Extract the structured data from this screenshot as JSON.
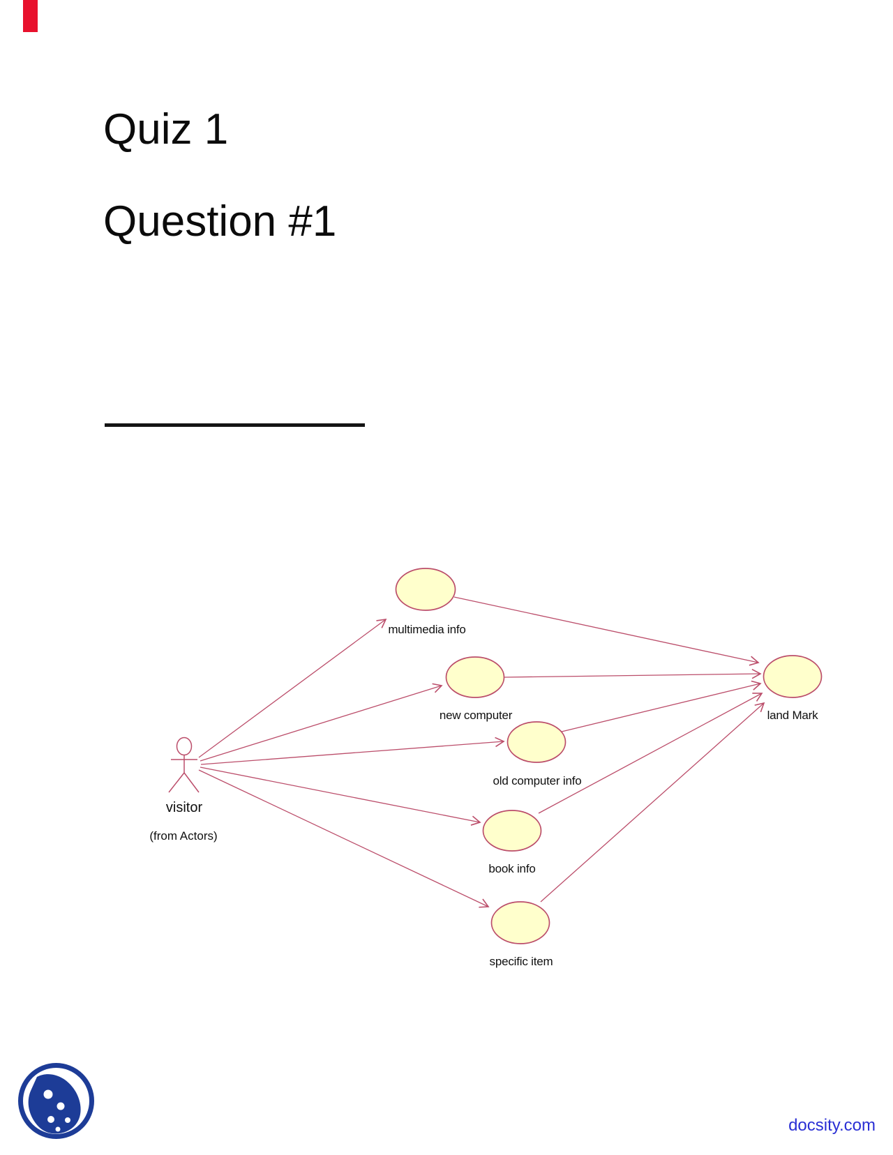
{
  "document": {
    "heading1": "Quiz 1",
    "heading2": "Question #1"
  },
  "diagram": {
    "actor": {
      "name": "visitor",
      "stereotype": "(from Actors)"
    },
    "use_cases": [
      {
        "label": "multimedia info"
      },
      {
        "label": "new computer"
      },
      {
        "label": "old computer info"
      },
      {
        "label": "book info"
      },
      {
        "label": "specific item"
      },
      {
        "label": "land Mark"
      }
    ]
  },
  "branding": {
    "site": "docsity.com",
    "logo_icon": "docsity-logo"
  },
  "colors": {
    "diagram_stroke": "#bb4d6a",
    "usecase_fill": "#ffffcc",
    "brand_navy": "#1d3c97",
    "watermark_blue": "#2a2fd4",
    "ribbon_red": "#e8112d",
    "text": "#101010"
  }
}
